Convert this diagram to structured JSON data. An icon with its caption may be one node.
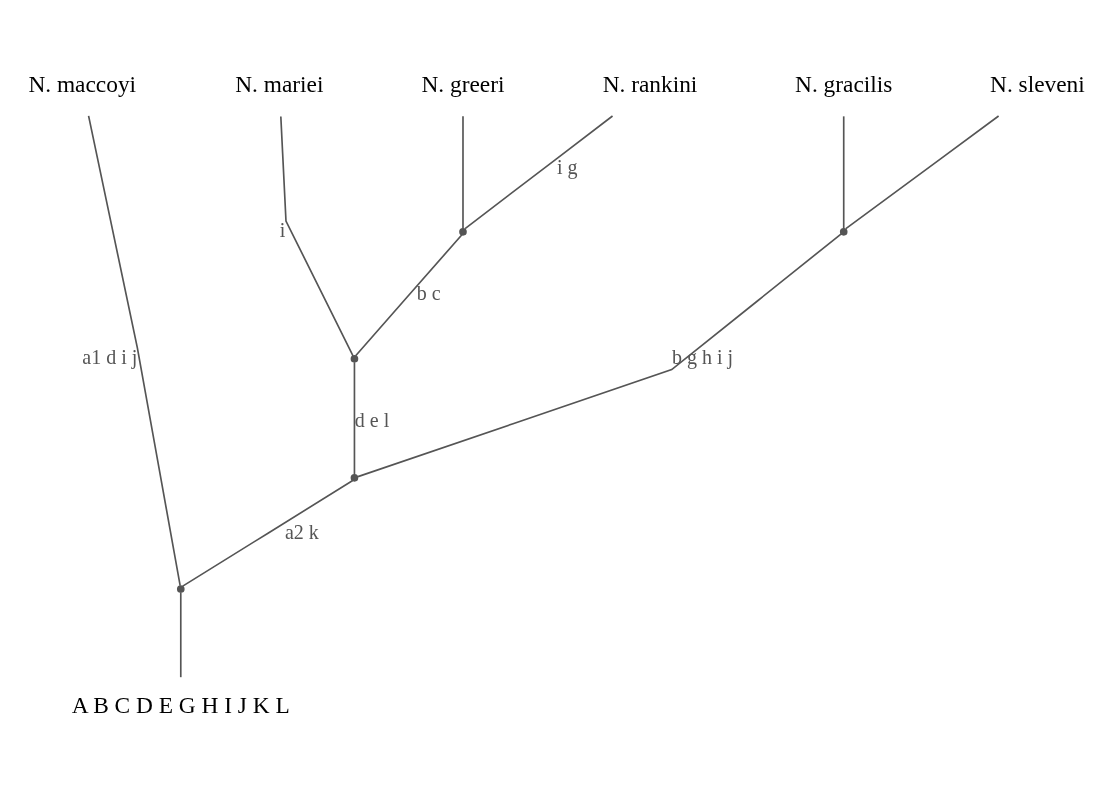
{
  "diagram": {
    "nodes": [
      {
        "text": [
          "N. maccoyi"
        ]
      },
      {
        "text": [
          "N. greeri"
        ]
      },
      {
        "text": [
          "N. rankini"
        ]
      },
      {
        "text": [
          "N. mariei"
        ]
      },
      {
        "text": [
          "N. gracilis"
        ]
      },
      {
        "text": [
          "N. sleveni"
        ]
      },
      {
        "text": [
          "A B C D E G H I J K L"
        ]
      },
      {
        "text": [],
        "shape": "point"
      },
      {
        "text": [],
        "shape": "point"
      },
      {
        "text": [],
        "shape": "point"
      },
      {
        "text": [],
        "shape": "point"
      },
      {
        "text": [],
        "shape": "point"
      }
    ],
    "edges": [
      {
        "from": 6,
        "to": 7,
        "arrow": "none"
      },
      {
        "from": 7,
        "to": 0,
        "arrow": "none",
        "label": "a1 d i j"
      },
      {
        "from": 7,
        "to": 8,
        "arrow": "none",
        "label": "a2 k"
      },
      {
        "from": 8,
        "to": 9,
        "arrow": "none",
        "label": "d e l"
      },
      {
        "from": 8,
        "to": 11,
        "arrow": "none",
        "label": "b g h i j"
      },
      {
        "from": 9,
        "to": 10,
        "arrow": "none",
        "label": "b c"
      },
      {
        "from": 9,
        "to": 3,
        "arrow": "none",
        "label": "i"
      },
      {
        "from": 10,
        "to": 1,
        "arrow": "none"
      },
      {
        "from": 10,
        "to": 2,
        "arrow": "none",
        "label": "i g"
      },
      {
        "from": 11,
        "to": 4,
        "arrow": "none"
      },
      {
        "from": 11,
        "to": 5,
        "arrow": "none"
      }
    ]
  }
}
